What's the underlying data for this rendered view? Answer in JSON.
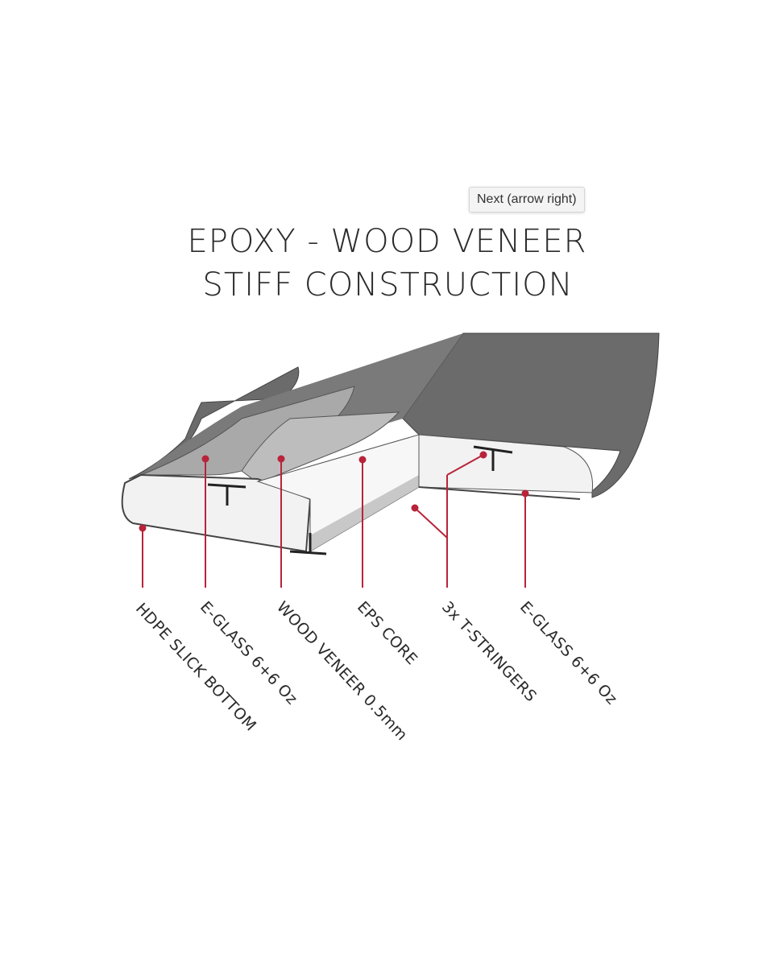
{
  "diagram": {
    "title_line1": "EPOXY - WOOD VENEER",
    "title_line2": "STIFF CONSTRUCTION",
    "labels": [
      "HDPE SLICK BOTTOM",
      "E-GLASS 6+6 Oz",
      "WOOD VENEER 0.5mm",
      "EPS CORE",
      "3x T-STRINGERS",
      "E-GLASS 6+6 Oz"
    ],
    "colors": {
      "deck": "#6b6b6b",
      "core": "#f3f3f3",
      "leader": "#b8243a"
    }
  },
  "tooltip": {
    "text": "Next (arrow right)"
  }
}
